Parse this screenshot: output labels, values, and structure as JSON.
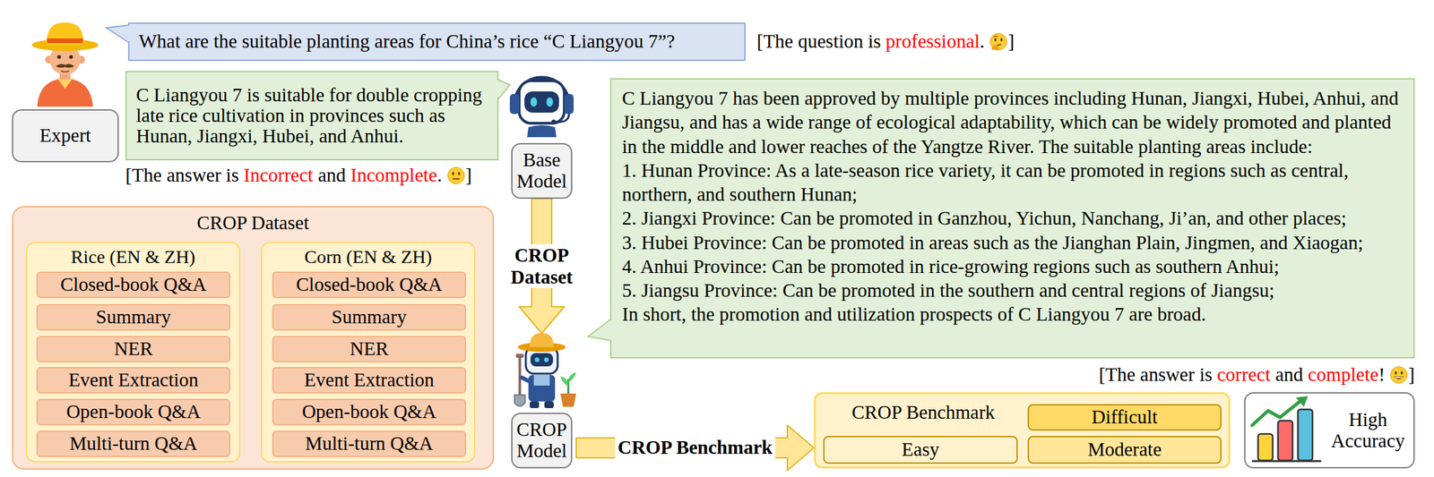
{
  "diagram": {
    "nodes": [
      {
        "text": [
          "Expert"
        ]
      },
      {
        "text": [
          "What are the suitable planting areas for China’s rice “C Liangyou 7”?"
        ]
      },
      {
        "text": [
          "C Liangyou 7 is suitable for double cropping late rice cultivation in provinces such as Hunan, Jiangxi, Hubei, and Anhui."
        ]
      },
      {
        "text": [
          "Base Model"
        ]
      },
      {
        "text": [
          "C Liangyou 7 has been approved by multiple provinces including Hunan, Jiangxi, Hubei, Anhui, and Jiangsu, and has a wide range of ecological adaptability, which can be widely promoted and planted in the middle and lower reaches of the Yangtze River. The suitable planting areas include:",
          "1. Hunan Province: As a late-season rice variety, it can be promoted in regions such as central, northern, and southern Hunan;",
          "2. Jiangxi Province: Can be promoted in Ganzhou, Yichun, Nanchang, Ji’an, and other places;",
          "3. Hubei Province: Can be promoted in areas such as the Jianghan Plain, Jingmen, and Xiaogan;",
          "4. Anhui Province: Can be promoted in rice-growing regions such as southern Anhui;",
          "5. Jiangsu Province: Can be promoted in the southern and central regions of Jiangsu;",
          "In short, the promotion and utilization prospects of C Liangyou 7 are broad."
        ]
      },
      {
        "text": [
          "CROP Dataset"
        ]
      },
      {
        "text": [
          "Rice (EN & ZH)"
        ],
        "in": 5
      },
      {
        "text": [
          "Closed-book Q&A"
        ],
        "in": 6
      },
      {
        "text": [
          "Summary"
        ],
        "in": 6
      },
      {
        "text": [
          "NER"
        ],
        "in": 6
      },
      {
        "text": [
          "Event Extraction"
        ],
        "in": 6
      },
      {
        "text": [
          "Open-book Q&A"
        ],
        "in": 6
      },
      {
        "text": [
          "Multi-turn Q&A"
        ],
        "in": 6
      },
      {
        "text": [
          "Corn (EN & ZH)"
        ],
        "in": 5
      },
      {
        "text": [
          "Closed-book Q&A"
        ],
        "in": 13
      },
      {
        "text": [
          "Summary"
        ],
        "in": 13
      },
      {
        "text": [
          "NER"
        ],
        "in": 13
      },
      {
        "text": [
          "Event Extraction"
        ],
        "in": 13
      },
      {
        "text": [
          "Open-book Q&A"
        ],
        "in": 13
      },
      {
        "text": [
          "Multi-turn Q&A"
        ],
        "in": 13
      },
      {
        "text": [
          "CROP Model"
        ]
      },
      {
        "text": [
          "CROP Benchmark"
        ]
      },
      {
        "text": [
          "Difficult"
        ],
        "in": 21
      },
      {
        "text": [
          "Easy"
        ],
        "in": 21
      },
      {
        "text": [
          "Moderate"
        ],
        "in": 21
      },
      {
        "text": [
          "High Accuracy"
        ]
      }
    ],
    "edges": [
      {
        "from": 3,
        "to": 20,
        "label": "CROP Dataset",
        "arrow": "to"
      },
      {
        "from": 20,
        "to": 21,
        "label": "CROP Benchmark",
        "arrow": "to"
      }
    ],
    "labels": [
      "[The question is",
      "professional",
      ".",
      "]",
      "[The answer is",
      "Incorrect",
      "and",
      "Incomplete",
      ".",
      "]",
      "[The answer is",
      "correct",
      "and",
      "complete",
      "!",
      "]"
    ]
  }
}
